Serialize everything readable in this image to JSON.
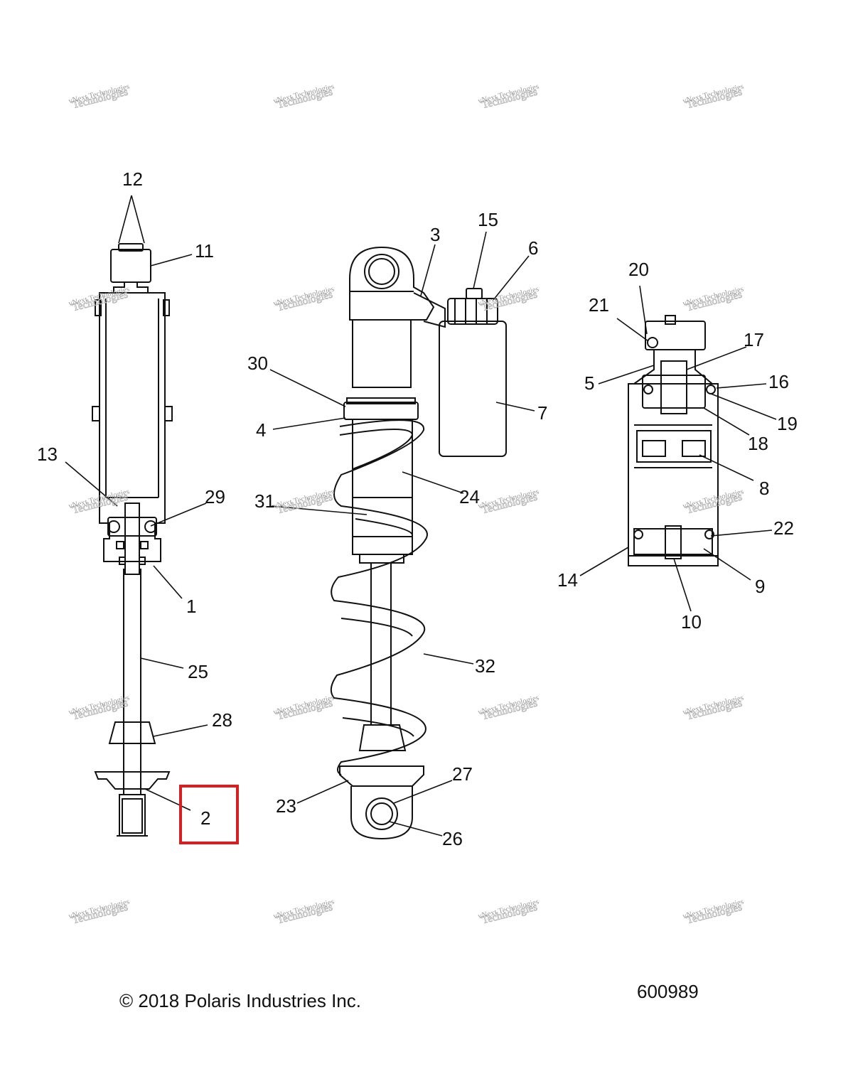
{
  "diagram": {
    "callouts": [
      "1",
      "2",
      "3",
      "4",
      "5",
      "6",
      "7",
      "8",
      "9",
      "10",
      "11",
      "12",
      "13",
      "14",
      "15",
      "16",
      "17",
      "18",
      "19",
      "20",
      "21",
      "22",
      "23",
      "24",
      "25",
      "26",
      "27",
      "28",
      "29",
      "30",
      "31",
      "32"
    ],
    "highlighted_callout": "2",
    "highlight_color": "#d62020",
    "line_color": "#111111"
  },
  "watermark": {
    "line1": "vNext Technologies",
    "line2": "Technologies"
  },
  "footer": {
    "copyright": "© 2018 Polaris Industries Inc.",
    "diagram_id": "600989"
  }
}
